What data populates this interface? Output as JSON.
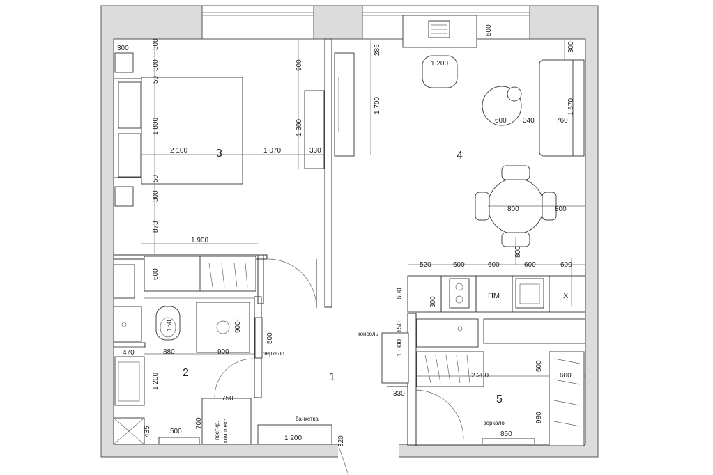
{
  "rooms": {
    "r1": "1",
    "r2": "2",
    "r3": "3",
    "r4": "4",
    "r5": "5"
  },
  "labels": {
    "konsol": "консоль",
    "zerkalo1": "зеркало",
    "zerkalo2": "зеркало",
    "banketka": "банкетка",
    "postir": "постир.",
    "kompleks": "комплекс",
    "pm": "ПМ",
    "x": "Х"
  },
  "dims": {
    "d300a": "300",
    "d300b": "300",
    "d300c": "300",
    "d300d": "300",
    "d300e": "300",
    "d900a": "900",
    "d285": "285",
    "d500a": "500",
    "d1200a": "1 200",
    "d1700": "1 700",
    "d1670": "1 670",
    "d50a": "50",
    "d50b": "50",
    "d1800": "1 800",
    "d2100": "2 100",
    "d1070": "1 070",
    "d1300": "1 300",
    "d330a": "330",
    "d600a": "600",
    "d340": "340",
    "d760": "760",
    "d800a": "800",
    "d800b": "800",
    "d800c": "800",
    "d873": "873",
    "d1900": "1 900",
    "d600b": "600",
    "d520": "520",
    "d600c": "600",
    "d600d": "600",
    "d600e": "600",
    "d600f": "600",
    "d600g": "600",
    "d300f": "300",
    "d150a": "150",
    "d880": "880",
    "d900b": "900",
    "d900c": "900-",
    "d500b": "500",
    "d150b": "150",
    "d1000": "1 000",
    "d470": "470",
    "d1200b": "1 200",
    "d2200": "2 200",
    "d600h": "600",
    "d600i": "600",
    "d330b": "330",
    "d750": "750",
    "d700": "700",
    "d980": "980",
    "d435": "435",
    "d500c": "500",
    "d1200c": "1 200",
    "d320": "320",
    "d850": "850"
  },
  "colors": {
    "wall": "#dcdcdc",
    "line": "#333333"
  }
}
